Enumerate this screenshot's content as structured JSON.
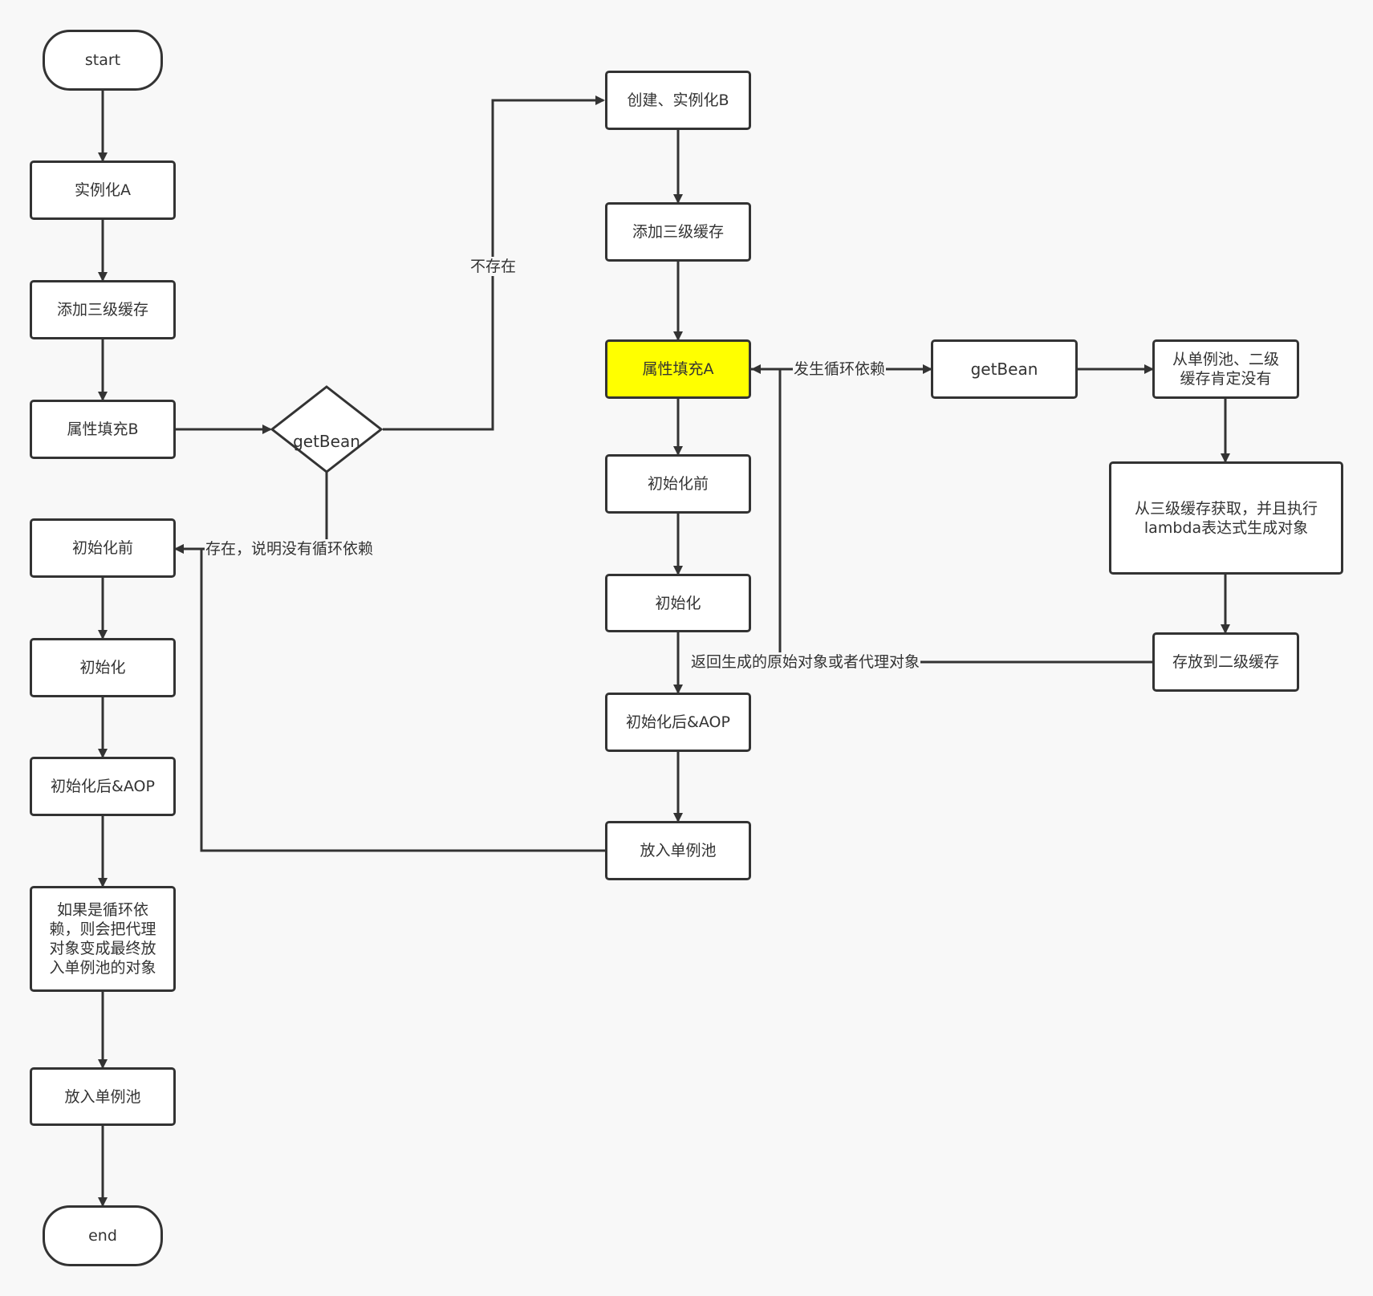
{
  "nodes": {
    "start": "start",
    "instantiate_a": "实例化A",
    "add_level3_cache_left": "添加三级缓存",
    "populate_b": "属性填充B",
    "get_bean_decision": "getBean",
    "before_init_left": "初始化前",
    "init_left": "初始化",
    "after_init_aop_left": "初始化后&AOP",
    "circular_note": "如果是循环依\n赖，则会把代理\n对象变成最终放\n入单例池的对象",
    "put_singleton_left": "放入单例池",
    "end": "end",
    "create_instantiate_b": "创建、实例化B",
    "add_level3_cache_middle": "添加三级缓存",
    "populate_a": "属性填充A",
    "before_init_middle": "初始化前",
    "init_middle": "初始化",
    "after_init_aop_middle": "初始化后&AOP",
    "put_singleton_middle": "放入单例池",
    "get_bean_right": "getBean",
    "not_in_cache": "从单例池、二级\n缓存肯定没有",
    "from_level3_cache": "从三级缓存获取，并且执行\nlambda表达式生成对象",
    "save_level2_cache": "存放到二级缓存"
  },
  "edge_labels": {
    "not_exists": "不存在",
    "exists_no_circular": "存在，说明没有循环依赖",
    "circular_dependency": "发生循环依赖",
    "return_original_or_proxy": "返回生成的原始对象或者代理对象"
  },
  "colors": {
    "line": "#333333",
    "node_fill": "#ffffff",
    "highlight_fill": "#ffff00",
    "background": "#f8f8f8"
  }
}
